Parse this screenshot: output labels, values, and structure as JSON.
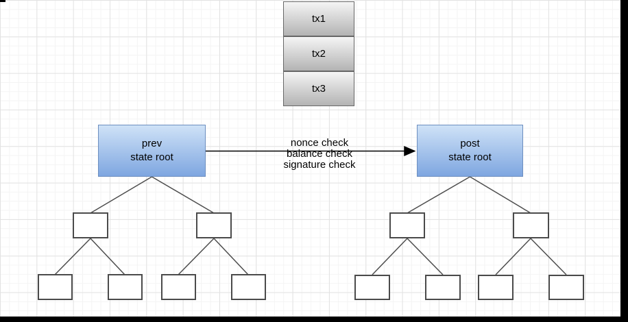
{
  "diagram": {
    "transactions": [
      {
        "label": "tx1"
      },
      {
        "label": "tx2"
      },
      {
        "label": "tx3"
      }
    ],
    "prev_state_root": {
      "label": "prev\nstate root"
    },
    "post_state_root": {
      "label": "post\nstate root"
    },
    "arrow": {
      "labels": [
        "nonce check",
        "balance check",
        "signature check"
      ]
    },
    "colors": {
      "root_fill_top": "#cfe2f7",
      "root_fill_bottom": "#7ea6e0",
      "root_border": "#6c8ebf",
      "tx_fill_top": "#f5f5f5",
      "tx_fill_bottom": "#b3b3b3",
      "tx_border": "#666666",
      "tree_box_border": "#4a4a4a",
      "edge_line": "#4d4d4d",
      "arrow_line": "#000000"
    }
  }
}
